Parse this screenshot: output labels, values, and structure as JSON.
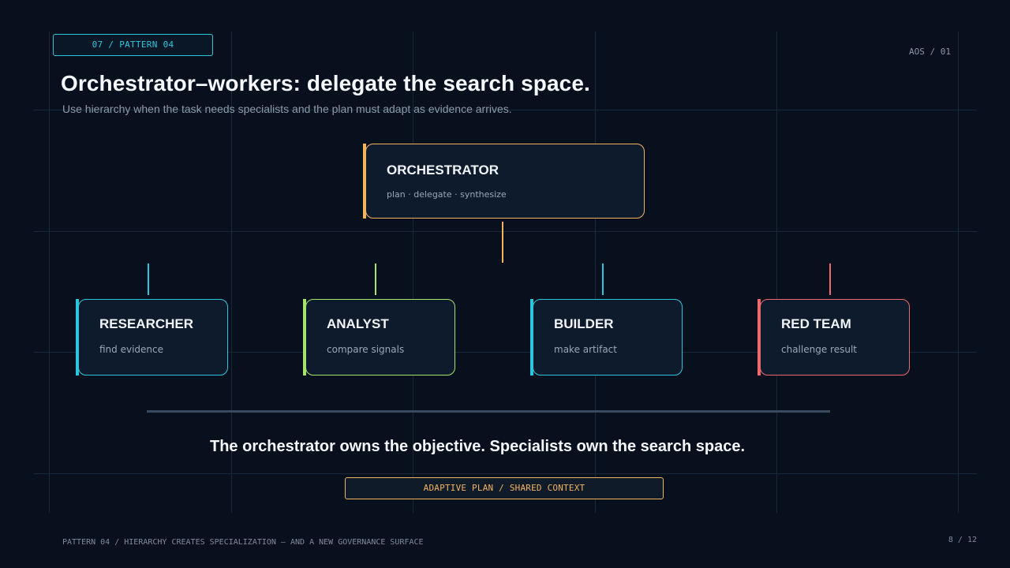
{
  "header": {
    "pattern_tag": "07 / PATTERN 04",
    "corner_label": "AOS / 01",
    "title": "Orchestrator–workers: delegate the search space.",
    "subtitle": "Use hierarchy when the task needs specialists and the plan must adapt as evidence arrives."
  },
  "orchestrator": {
    "title": "ORCHESTRATOR",
    "subtitle": "plan · delegate · synthesize",
    "color": "#f2b35f"
  },
  "workers": [
    {
      "title": "RESEARCHER",
      "subtitle": "find evidence",
      "color": "#2bc6de"
    },
    {
      "title": "ANALYST",
      "subtitle": "compare signals",
      "color": "#a6e36a"
    },
    {
      "title": "BUILDER",
      "subtitle": "make artifact",
      "color": "#2bc6de"
    },
    {
      "title": "RED TEAM",
      "subtitle": "challenge result",
      "color": "#ee6a6a"
    }
  ],
  "tagline": "The orchestrator owns the objective. Specialists own the search space.",
  "badge": "ADAPTIVE PLAN / SHARED CONTEXT",
  "footer": {
    "text": "PATTERN 04 / HIERARCHY CREATES SPECIALIZATION — AND A NEW GOVERNANCE SURFACE",
    "page": "8 / 12"
  }
}
